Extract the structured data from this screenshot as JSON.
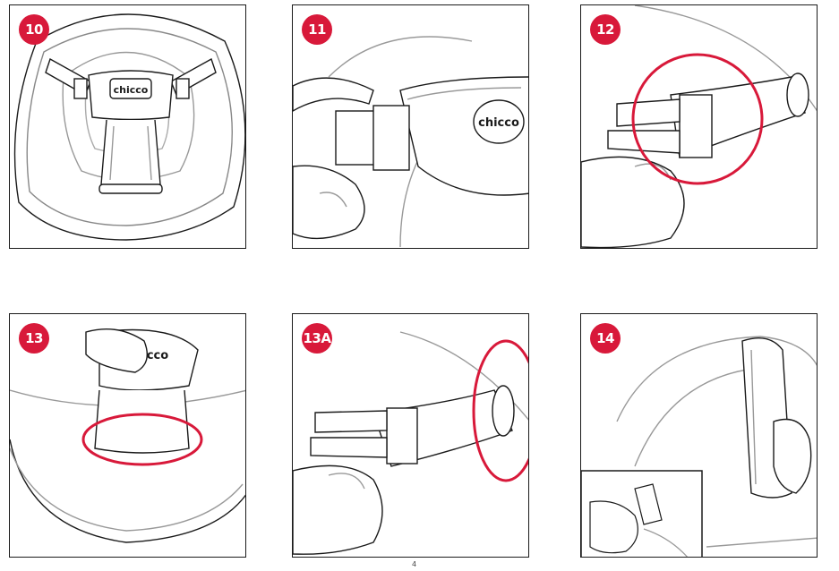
{
  "colors": {
    "accent": "#d8193a",
    "line": "#1a1a1a",
    "shade": "#e6e6e6"
  },
  "steps": [
    {
      "number": "10"
    },
    {
      "number": "11"
    },
    {
      "number": "12"
    },
    {
      "number": "13"
    },
    {
      "number": "13A"
    },
    {
      "number": "14"
    }
  ],
  "page_number": "4"
}
